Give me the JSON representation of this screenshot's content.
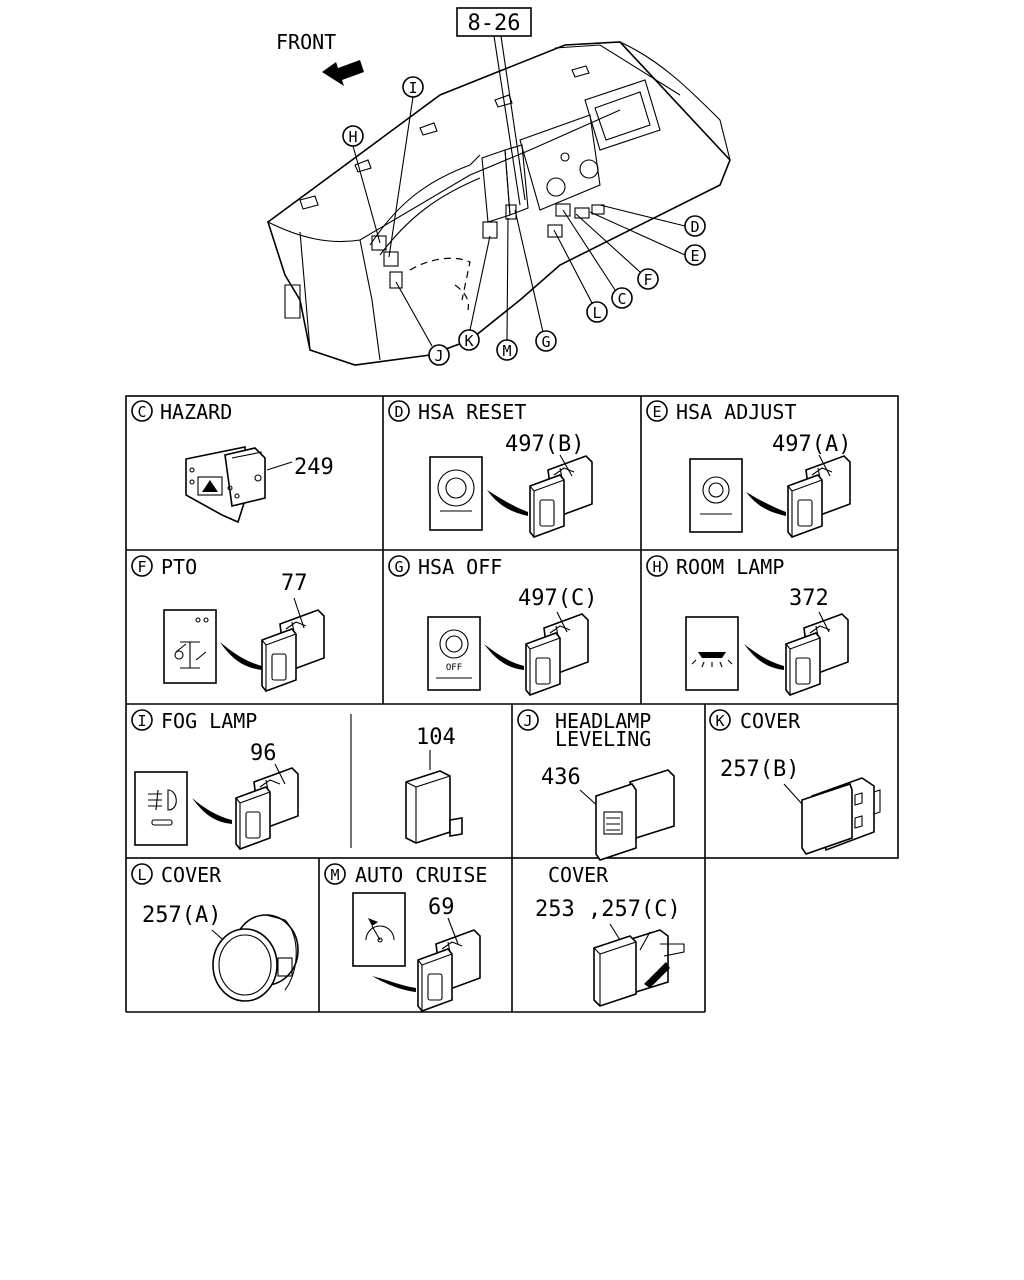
{
  "diagram": {
    "ref_box": "8-26",
    "front_label": "FRONT",
    "callouts": [
      "I",
      "H",
      "D",
      "E",
      "F",
      "C",
      "L",
      "J",
      "K",
      "M",
      "G"
    ],
    "panels": [
      {
        "letter": "C",
        "title": "HAZARD",
        "part": "249"
      },
      {
        "letter": "D",
        "title": "HSA RESET",
        "part": "497(B)"
      },
      {
        "letter": "E",
        "title": "HSA ADJUST",
        "part": "497(A)"
      },
      {
        "letter": "F",
        "title": "PTO",
        "part": "77"
      },
      {
        "letter": "G",
        "title": "HSA OFF",
        "part": "497(C)",
        "icon_text": "OFF"
      },
      {
        "letter": "H",
        "title": "ROOM LAMP",
        "part": "372"
      },
      {
        "letter": "I",
        "title": "FOG LAMP",
        "part": "96",
        "part2": "104"
      },
      {
        "letter": "J",
        "title": "HEADLAMP",
        "title2": "LEVELING",
        "part": "436"
      },
      {
        "letter": "K",
        "title": "COVER",
        "part": "257(B)"
      },
      {
        "letter": "L",
        "title": "COVER",
        "part": "257(A)"
      },
      {
        "letter": "M",
        "title": "AUTO CRUISE",
        "part": "69"
      },
      {
        "letter": "",
        "title": "COVER",
        "part": "253 ,257(C)"
      }
    ]
  }
}
